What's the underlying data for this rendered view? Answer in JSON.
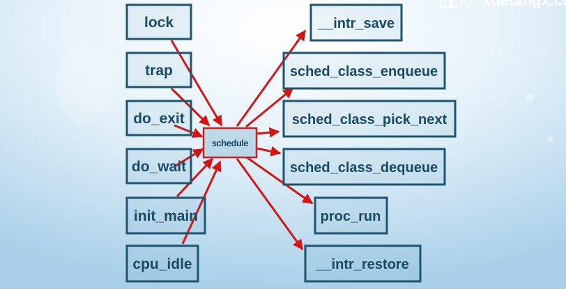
{
  "watermark": {
    "text": "xuetangx.com"
  },
  "colors": {
    "box_stroke": "#1f5470",
    "text": "#1a4a63",
    "arrow": "#d51414"
  },
  "center": {
    "id": "schedule",
    "label": "schedule"
  },
  "callers": [
    {
      "id": "lock",
      "label": "lock"
    },
    {
      "id": "trap",
      "label": "trap"
    },
    {
      "id": "do_exit",
      "label": "do_exit"
    },
    {
      "id": "do_wait",
      "label": "do_wait"
    },
    {
      "id": "init_main",
      "label": "init_main"
    },
    {
      "id": "cpu_idle",
      "label": "cpu_idle"
    }
  ],
  "callees": [
    {
      "id": "intr_save",
      "label": "__intr_save"
    },
    {
      "id": "sched_class_enqueue",
      "label": "sched_class_enqueue"
    },
    {
      "id": "sched_class_pick_next",
      "label": "sched_class_pick_next"
    },
    {
      "id": "sched_class_dequeue",
      "label": "sched_class_dequeue"
    },
    {
      "id": "proc_run",
      "label": "proc_run"
    },
    {
      "id": "intr_restore",
      "label": "__intr_restore"
    }
  ]
}
